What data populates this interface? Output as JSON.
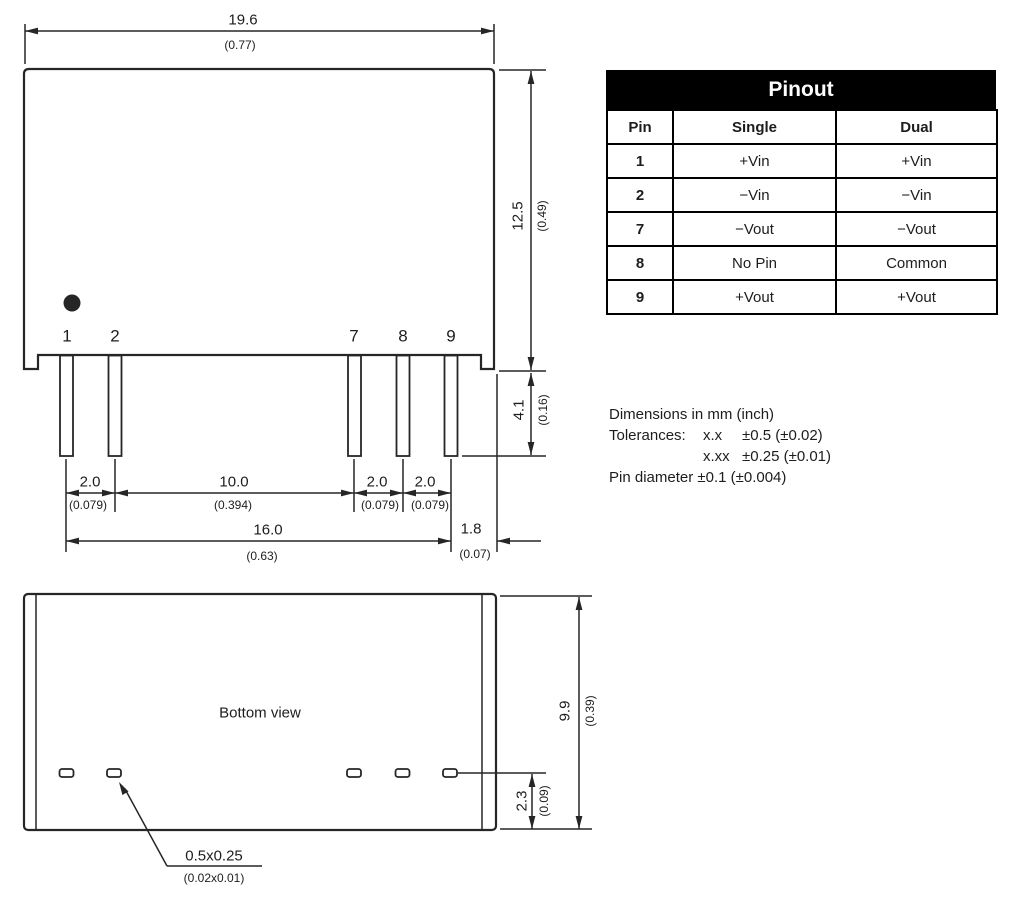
{
  "front_view": {
    "pin_labels": [
      "1",
      "2",
      "7",
      "8",
      "9"
    ],
    "dim_width_mm": "19.6",
    "dim_width_in": "(0.77)",
    "dim_height_mm": "12.5",
    "dim_height_in": "(0.49)",
    "dim_pin_len_mm": "4.1",
    "dim_pin_len_in": "(0.16)",
    "dim_p12_mm": "2.0",
    "dim_p12_in": "(0.079)",
    "dim_p27_mm": "10.0",
    "dim_p27_in": "(0.394)",
    "dim_p78_mm": "2.0",
    "dim_p78_in": "(0.079)",
    "dim_p89_mm": "2.0",
    "dim_p89_in": "(0.079)",
    "dim_span_mm": "16.0",
    "dim_span_in": "(0.63)",
    "dim_edge_mm": "1.8",
    "dim_edge_in": "(0.07)"
  },
  "bottom_view": {
    "label": "Bottom view",
    "dim_depth_mm": "9.9",
    "dim_depth_in": "(0.39)",
    "dim_pad_offset_mm": "2.3",
    "dim_pad_offset_in": "(0.09)",
    "pad_size_mm": "0.5x0.25",
    "pad_size_in": "(0.02x0.01)"
  },
  "pinout": {
    "title": "Pinout",
    "columns": [
      "Pin",
      "Single",
      "Dual"
    ],
    "rows": [
      {
        "pin": "1",
        "single": "+Vin",
        "dual": "+Vin"
      },
      {
        "pin": "2",
        "single": "−Vin",
        "dual": "−Vin"
      },
      {
        "pin": "7",
        "single": "−Vout",
        "dual": "−Vout"
      },
      {
        "pin": "8",
        "single": "No Pin",
        "dual": "Common"
      },
      {
        "pin": "9",
        "single": "+Vout",
        "dual": "+Vout"
      }
    ]
  },
  "notes": {
    "line1": "Dimensions in mm (inch)",
    "tolerances_label": "Tolerances:",
    "tol1_format": "x.x",
    "tol1_value": "±0.5 (±0.02)",
    "tol2_format": "x.xx",
    "tol2_value": "±0.25 (±0.01)",
    "pin_diameter": "Pin diameter ±0.1 (±0.004)"
  },
  "colors": {
    "ink": "#262626",
    "table_header_bg": "#000000",
    "table_header_fg": "#ffffff"
  }
}
